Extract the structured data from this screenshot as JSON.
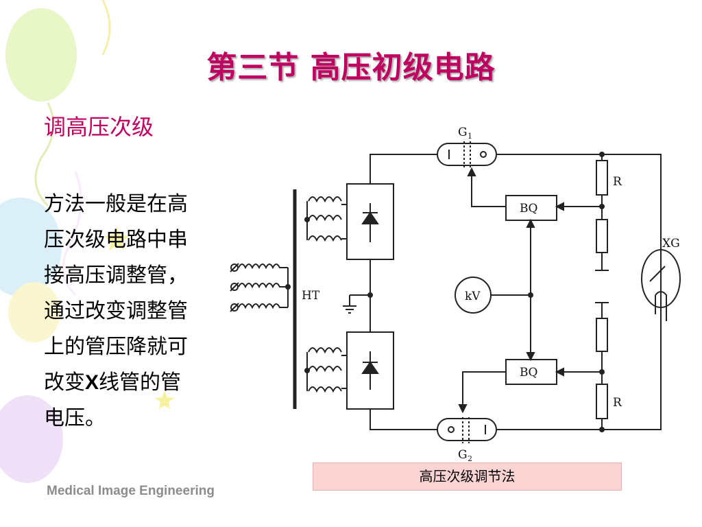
{
  "slide": {
    "title": "第三节 高压初级电路",
    "subheading": "调高压次级",
    "body_before": "方法一般是在高压次级电路中串接高压调整管，通过改变调整管上的管压降就可改变",
    "body_bold": "X",
    "body_after": "线管的管电压。",
    "footer": "Medical Image  Engineering"
  },
  "diagram": {
    "labels": {
      "g1": "G",
      "g1_sub": "1",
      "g2": "G",
      "g2_sub": "2",
      "r_top": "R",
      "r_bottom": "R",
      "bq_top": "BQ",
      "bq_bottom": "BQ",
      "kv": "kV",
      "ht": "HT",
      "xg": "XG"
    },
    "caption": "高压次级调节法"
  },
  "colors": {
    "title": "#c00060",
    "caption_bg": "#fdd4d4",
    "footer": "#8c8c8c"
  }
}
